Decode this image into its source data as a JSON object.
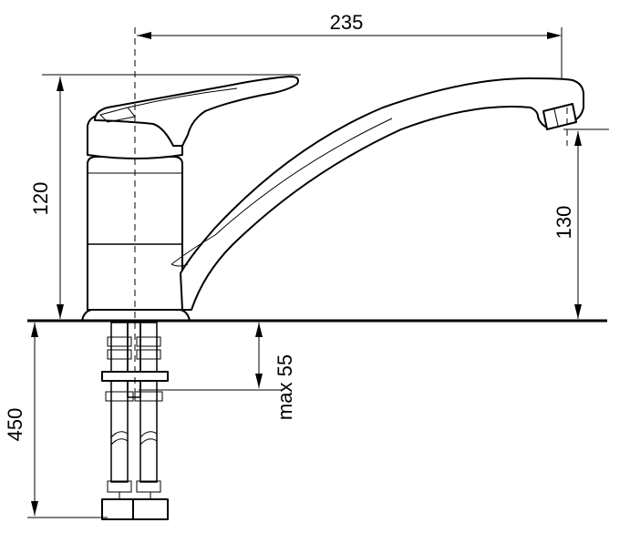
{
  "dimensions": {
    "spout_reach": "235",
    "lever_height": "120",
    "spout_height": "130",
    "mount_depth": "max 55",
    "hose_length": "450"
  }
}
